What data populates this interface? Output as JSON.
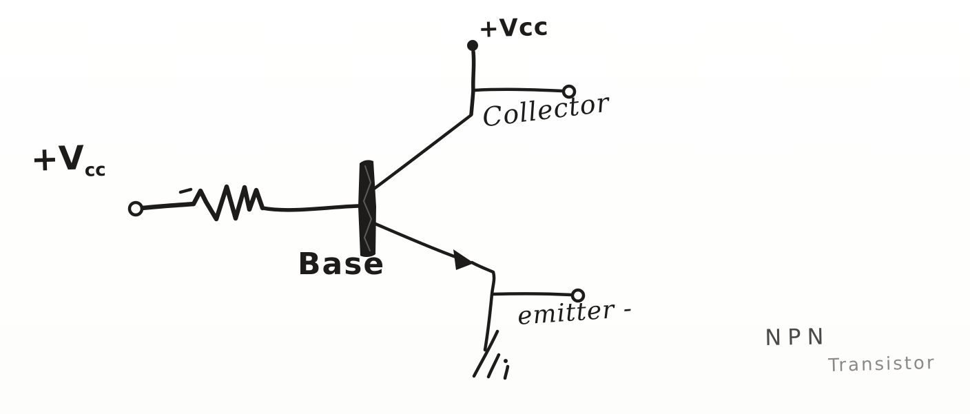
{
  "colors": {
    "ink": "#1d1c1a",
    "ink_soft": "#4c4a48",
    "ink_faint": "#8c8884",
    "background": "#fdfdfc"
  },
  "labels": {
    "supply_top": "+Vcc",
    "supply_left_main": "+V",
    "supply_left_sub": "cc",
    "collector": "Collector",
    "base": "Base",
    "emitter": "emitter -",
    "type_line1": "NPN",
    "type_line2": "Transistor"
  }
}
